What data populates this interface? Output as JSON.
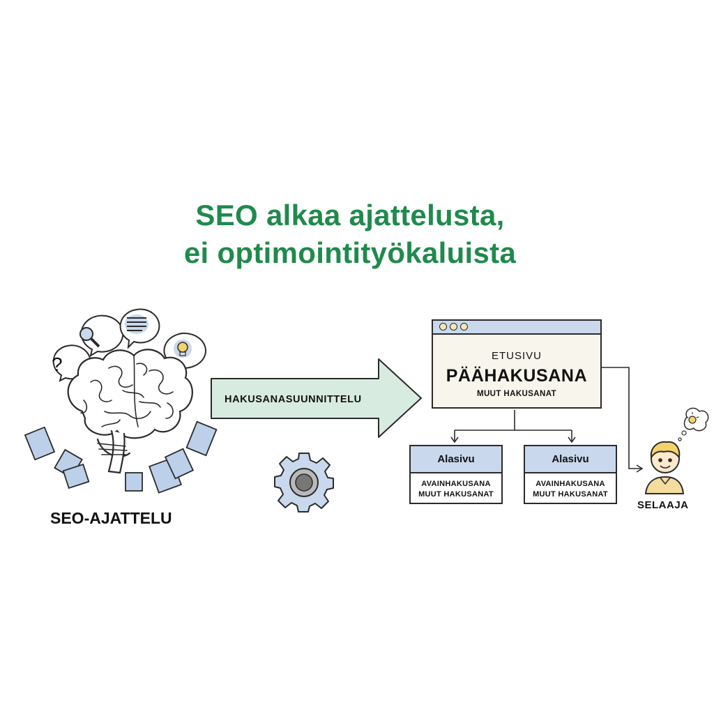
{
  "title": {
    "line1": "SEO alkaa ajattelusta,",
    "line2": "ei optimointityökaluista"
  },
  "left": {
    "label": "SEO-AJATTELU"
  },
  "arrow": {
    "label": "HAKUSANASUUNNITTELU"
  },
  "homepage": {
    "heading": "ETUSIVU",
    "main_keyword": "PÄÄHAKUSANA",
    "other": "MUUT HAKUSANAT"
  },
  "subpages": [
    {
      "title": "Alasivu",
      "keyword": "AVAINHAKUSANA",
      "other": "MUUT HAKUSANAT"
    },
    {
      "title": "Alasivu",
      "keyword": "AVAINHAKUSANA",
      "other": "MUUT HAKUSANAT"
    }
  ],
  "user": {
    "label": "SELAAJA"
  },
  "colors": {
    "title": "#1f8a4c",
    "arrow_fill": "#d8ebe0",
    "page_blue": "#c9d8ec",
    "paper_blue": "#bcd0ea"
  },
  "icons": [
    "question-icon",
    "magnifier-icon",
    "document-lines-icon",
    "lightbulb-icon",
    "brain-icon",
    "gear-icon",
    "user-icon"
  ]
}
